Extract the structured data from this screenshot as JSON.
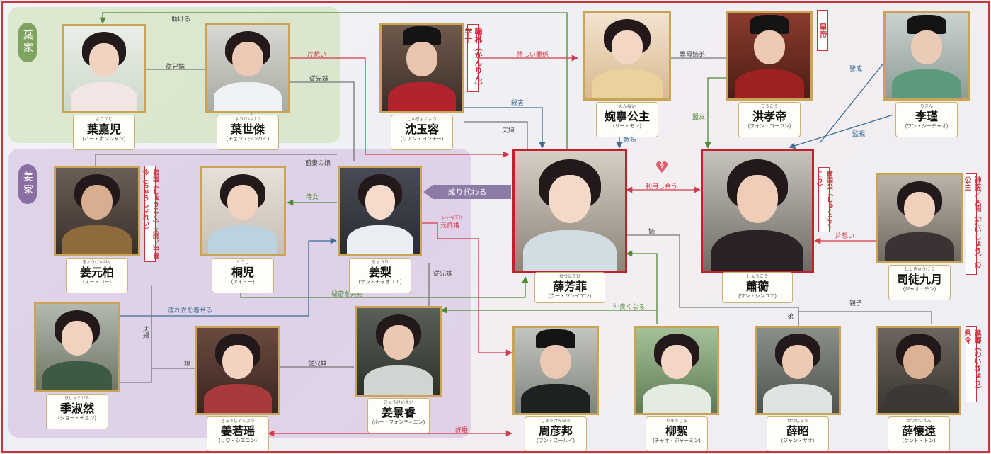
{
  "families": {
    "ye": {
      "label": "葉家"
    },
    "jiang": {
      "label": "姜家"
    }
  },
  "colors": {
    "red": "#d23a48",
    "green": "#4f8a34",
    "blue": "#3f6d93",
    "gray": "#666666",
    "frame": "#c9353d",
    "gold": "#c9a455"
  },
  "people": {
    "ye_jiaer": {
      "ruby": "ようかじ",
      "name": "葉嘉児",
      "actor": "(ハー・ホンシャン)"
    },
    "ye_shijie": {
      "ruby": "ようせいけつ",
      "name": "葉世傑",
      "actor": "(チェン・シンハイ)"
    },
    "shen_yurong": {
      "ruby": "しんぎょくよう",
      "name": "沈玉容",
      "actor": "(リアン・ヨンチー)"
    },
    "wanning": {
      "ruby": "えんねい",
      "name": "婉寧公主",
      "actor": "(リー・モン)"
    },
    "hongxiao": {
      "ruby": "こうこう",
      "name": "洪孝帝",
      "actor": "(フォン・コーラン)"
    },
    "li_jin": {
      "ruby": "りきん",
      "name": "李瑾",
      "actor": "(ワン・シーチャオ)"
    },
    "jiang_yuanbai": {
      "ruby": "きょうげんはく",
      "name": "姜元柏",
      "actor": "(スー・コー)"
    },
    "tonger": {
      "ruby": "とうじ",
      "name": "桐児",
      "actor": "(アイミー)"
    },
    "jiang_li": {
      "ruby": "きょうり",
      "name": "姜梨",
      "actor": "(ヤン・チャオユエ)"
    },
    "xue_fangfei": {
      "ruby": "せつほうひ",
      "name": "薛芳菲",
      "actor": "(ウー・ジンイエン)"
    },
    "xiao_heng": {
      "ruby": "しょうこう",
      "name": "蕭蘅",
      "actor": "(ワン・シンユエ)"
    },
    "situ": {
      "ruby": "しときゅうげつ",
      "name": "司徒九月",
      "actor": "(ジャオ・チン)"
    },
    "ji_shuran": {
      "ruby": "きしゅくぜん",
      "name": "季淑然",
      "actor": "(ジョー・チェン)"
    },
    "jiang_ruoyao": {
      "ruby": "きょうじゃくよう",
      "name": "姜若瑶",
      "actor": "(リウ・シエニン)"
    },
    "jiang_jingrui": {
      "ruby": "きょうけいえい",
      "name": "姜景睿",
      "actor": "(ホー・フォンティエン)"
    },
    "zhou_yanbang": {
      "ruby": "しゅうげんほう",
      "name": "周彦邦",
      "actor": "(ワン・ズールイ)"
    },
    "liu_xu": {
      "ruby": "りゅうじょ",
      "name": "柳絮",
      "actor": "(チャオ・ジャーミン)"
    },
    "xue_zhao": {
      "ruby": "せつしょう",
      "name": "薛昭",
      "actor": "(ジャン・ヤオ)"
    },
    "xue_huaiyuan": {
      "ruby": "せつかいえん",
      "name": "薛懐遠",
      "actor": "(ケント・トン)"
    }
  },
  "titles": {
    "shen": "翰林（かんりん）学士",
    "hong": "皇帝",
    "xiao": "粛国公（しゅくこくこう）",
    "jiang_yuanbai": "相国（しょうこく）太師／中書令（ちゅうしょれい）",
    "situ": "神医／大昭（だいしょう）の公主",
    "xue_huaiyuan": "進郷（わいきょう）県令"
  },
  "relations": {
    "tasukeru": "助ける",
    "juukeimai1": "従兄妹",
    "kataomoi1": "片想い",
    "juukeimai2": "従兄妹",
    "ayashii": "怪しい関係",
    "satsugai": "殺害",
    "fuufu1": "夫婦",
    "ibo": "異母姉弟",
    "shitto": "嫉妬",
    "meiyuu": "盟友",
    "keikai": "警戒",
    "kanshi": "監視",
    "zensai": "前妻の娘",
    "jijo": "侍女",
    "narikawaru": "成り代わる",
    "riyou": "利用し合う",
    "heart": "?",
    "motoiinazuke_ruby": "いいなずけ",
    "motoiinazuke": "元許婚",
    "ane": "姉",
    "kataomoi2": "片想い",
    "himitsu": "秘密を共有",
    "juukeimai3": "従兄妹",
    "nurete": "濡れ衣を着せる",
    "nakayoku": "仲良くなる",
    "fuufu2": "夫婦",
    "otouto": "弟",
    "oyako": "親子",
    "musume": "娘",
    "juukeimai4": "従兄妹",
    "iinazuke": "許婚"
  }
}
